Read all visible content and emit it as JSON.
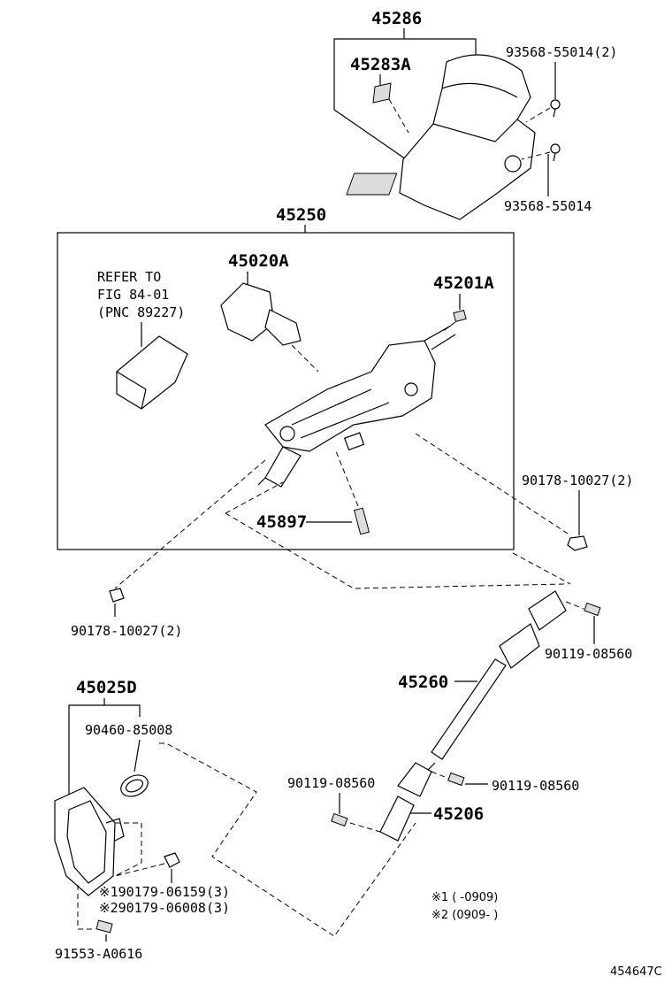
{
  "labels": {
    "p45286": "45286",
    "p45283a": "45283A",
    "p93568_2": "93568-55014(2)",
    "p93568": "93568-55014",
    "p45250": "45250",
    "p45020a": "45020A",
    "p45201a": "45201A",
    "refer1": "REFER TO",
    "refer2": "FIG 84-01",
    "refer3": "(PNC 89227)",
    "p90178_r": "90178-10027(2)",
    "p45897": "45897",
    "p90178_l": "90178-10027(2)",
    "p90119_a": "90119-08560",
    "p45260": "45260",
    "p45025d": "45025D",
    "p90460": "90460-85008",
    "p90119_b": "90119-08560",
    "p90119_c": "90119-08560",
    "p45206": "45206",
    "p90179_1": "※190179-06159(3)",
    "p90179_2": "※290179-06008(3)",
    "p91553": "91553-A0616",
    "note1": "※1 (      -0909)",
    "note2": "※2 (0909-      )",
    "figure_id": "454647C"
  }
}
